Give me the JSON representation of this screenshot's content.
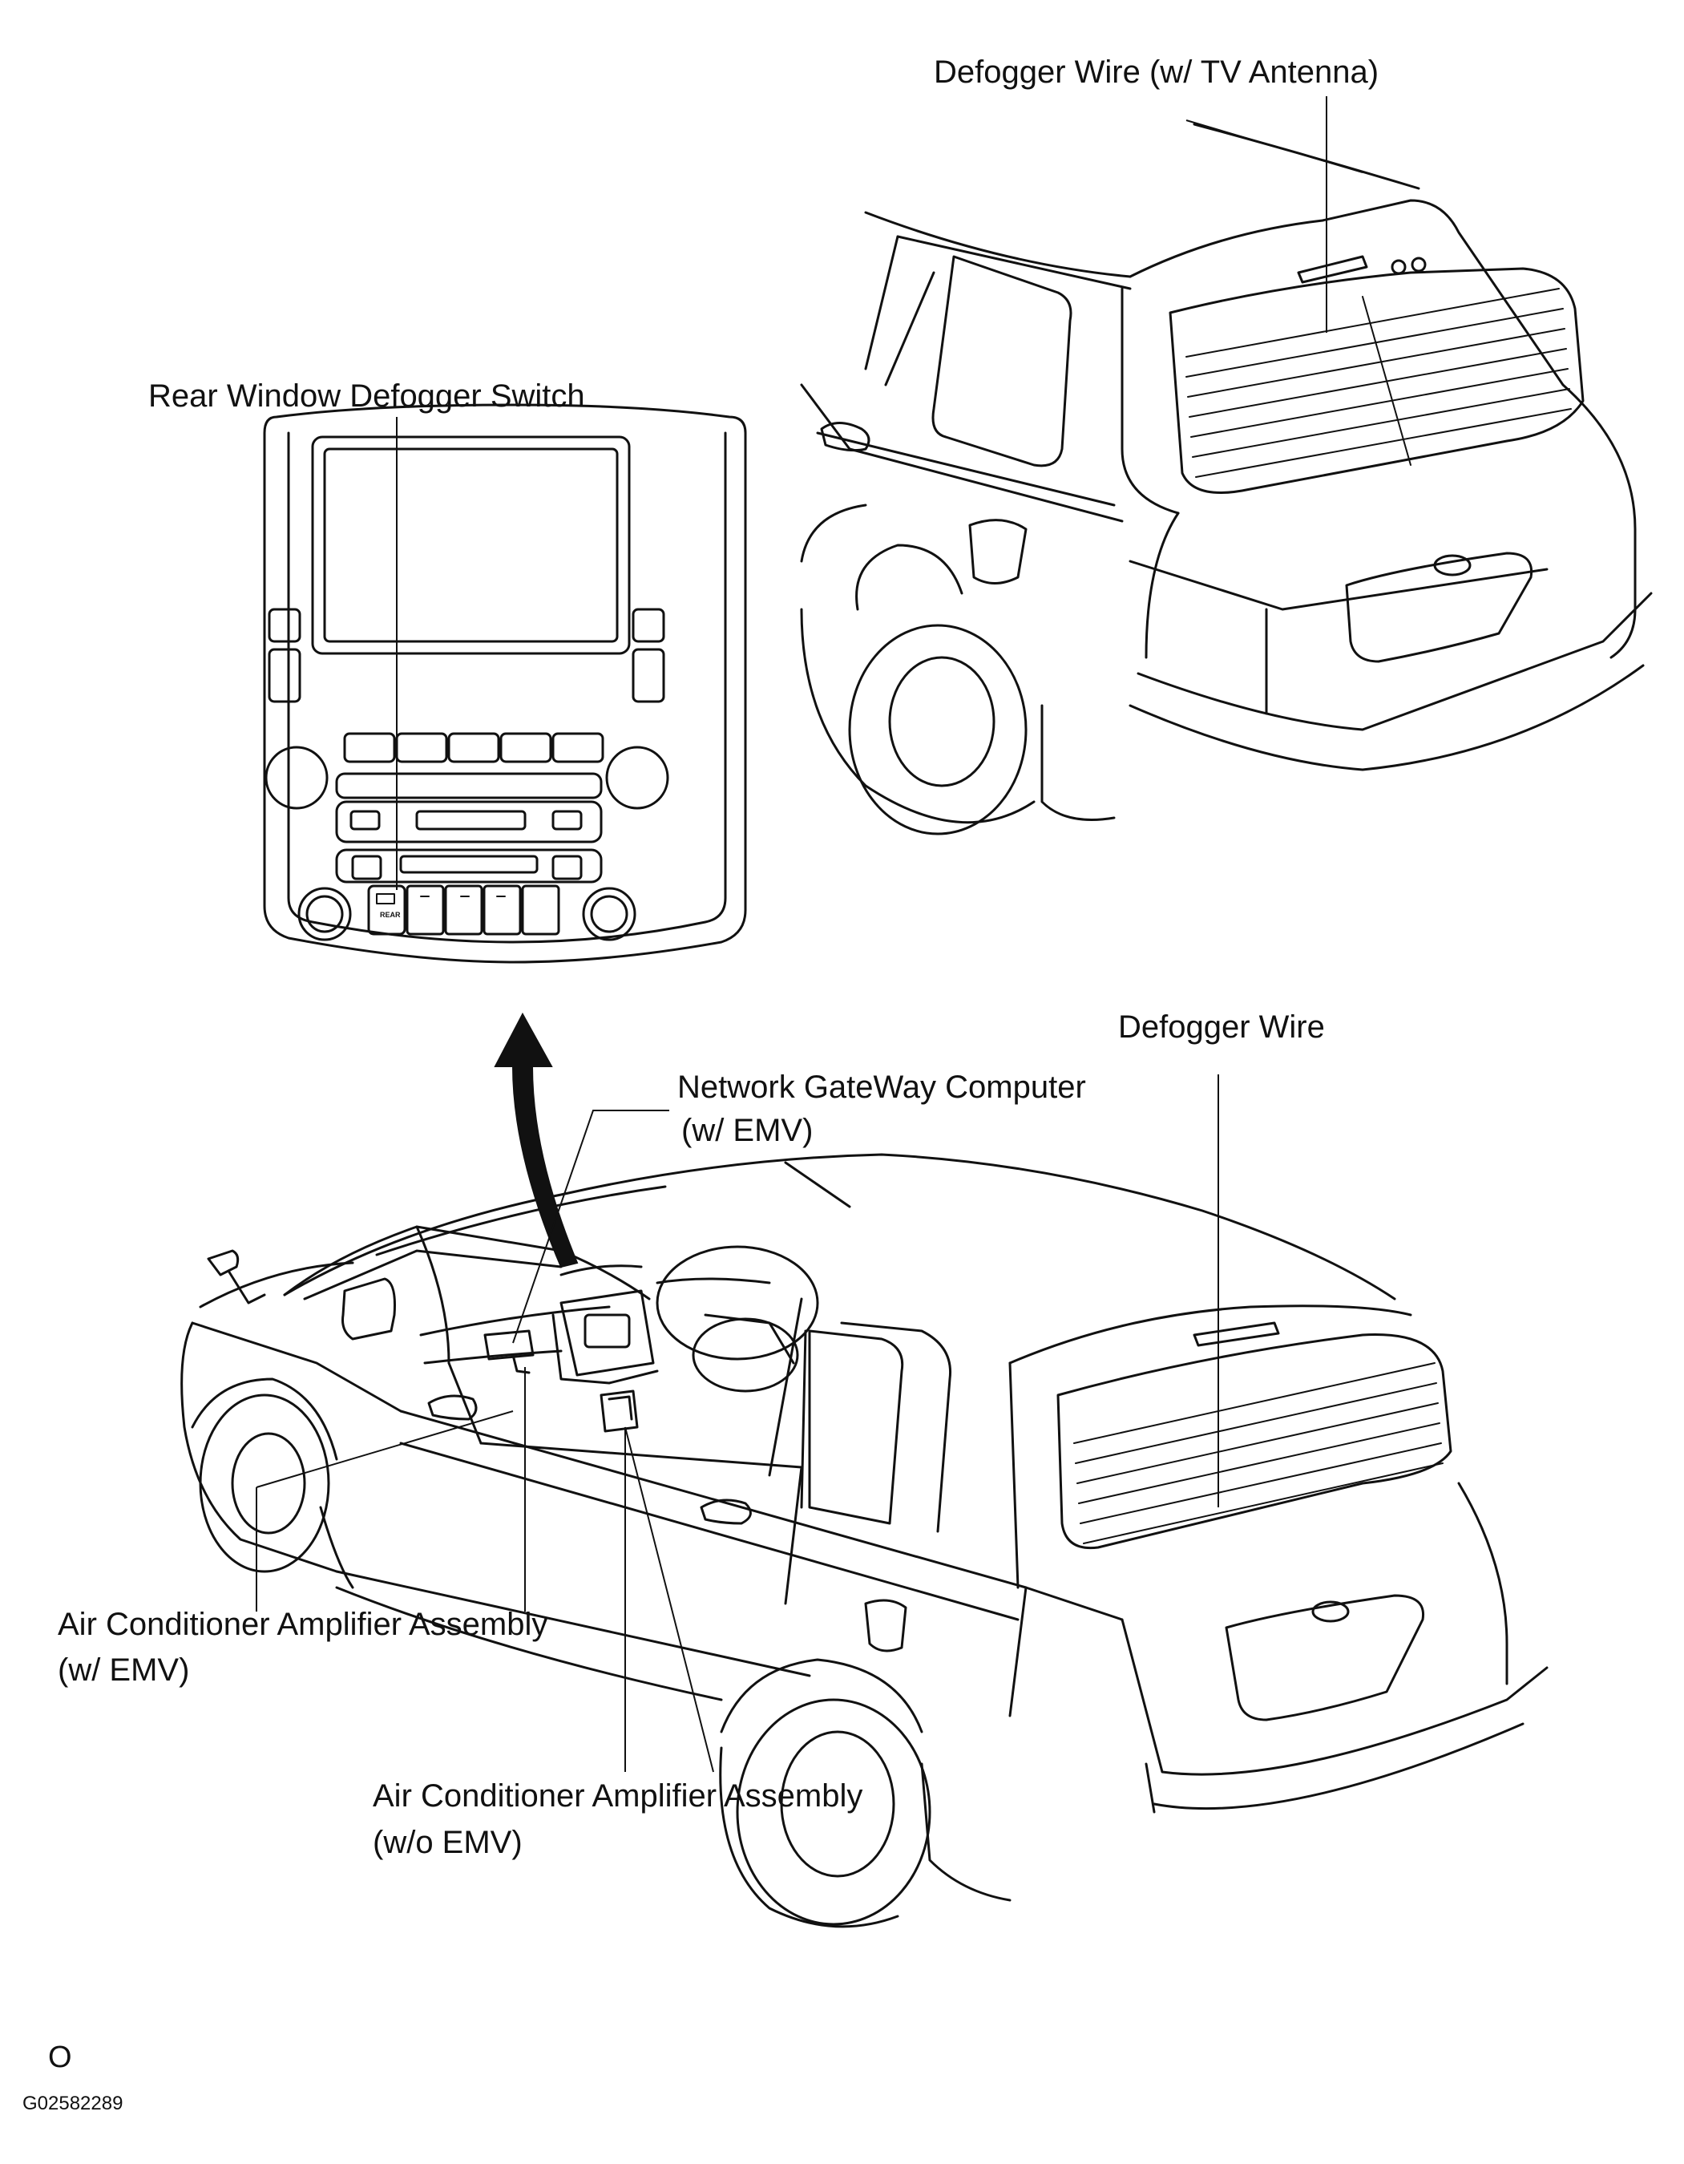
{
  "labels": {
    "defogger_wire_tv": "Defogger Wire (w/ TV Antenna)",
    "rear_window_defogger_switch": "Rear Window Defogger Switch",
    "defogger_wire": "Defogger Wire",
    "network_gateway_line1": "Network  GateWay  Computer",
    "network_gateway_line2": "(w/ EMV)",
    "ac_amp_emv_line1": "Air Conditioner Amplifier Assembly",
    "ac_amp_emv_line2": "(w/ EMV)",
    "ac_amp_no_emv_line1": "Air Conditioner Amplifier Assembly",
    "ac_amp_no_emv_line2": "(w/o EMV)",
    "rear_button_text": "REAR"
  },
  "footer": {
    "page_mark": "O",
    "figure_code": "G02582289"
  },
  "colors": {
    "line": "#111111",
    "background": "#ffffff"
  }
}
